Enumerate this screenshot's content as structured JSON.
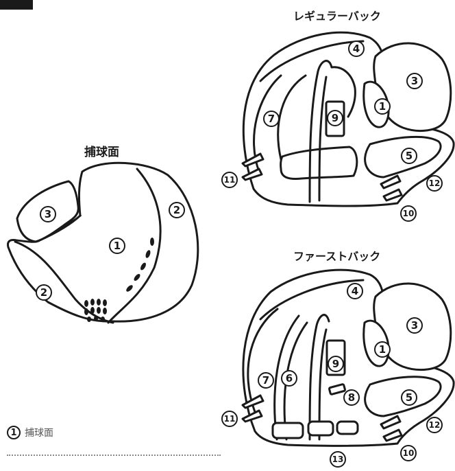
{
  "titles": {
    "catching_face": "捕球面",
    "regular_back": "レギュラーバック",
    "first_back": "ファーストバック"
  },
  "legend": {
    "num": "1",
    "label": "捕球面"
  },
  "markers": {
    "n1": "1",
    "n2": "2",
    "n3": "3",
    "n4": "4",
    "n5": "5",
    "n6": "6",
    "n7": "7",
    "n8": "8",
    "n9": "9",
    "n10": "10",
    "n11": "11",
    "n12": "12",
    "n13": "13"
  }
}
